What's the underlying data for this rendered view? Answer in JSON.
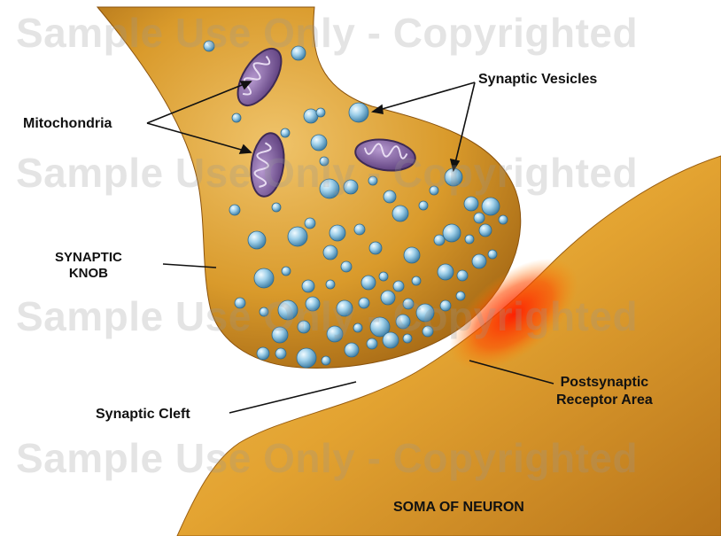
{
  "labels": {
    "mitochondria": "Mitochondria",
    "synaptic_vesicles": "Synaptic Vesicles",
    "synaptic_knob_line1": "SYNAPTIC",
    "synaptic_knob_line2": "KNOB",
    "synaptic_cleft": "Synaptic Cleft",
    "postsynaptic_line1": "Postsynaptic",
    "postsynaptic_line2": "Receptor Area",
    "soma": "SOMA OF NEURON"
  },
  "watermark": {
    "text": "Sample Use Only - Copyrighted"
  },
  "colors": {
    "knob_fill": "#d99a2b",
    "knob_shadow": "#a86a14",
    "soma_fill": "#e9ab3a",
    "receptor_highlight": "#ff2a00",
    "vesicle": "#8fc3de",
    "mitochondria": "#8a6aa6",
    "leader_line": "#111111"
  },
  "icons": {
    "mitochondrion": "mitochondrion-icon",
    "vesicle": "synaptic-vesicle-icon"
  }
}
